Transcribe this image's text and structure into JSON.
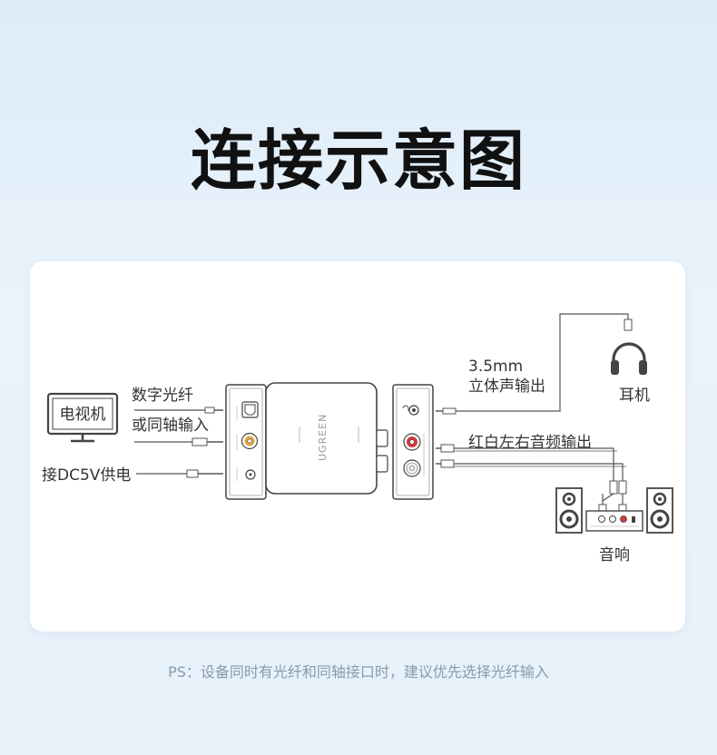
{
  "title": "连接示意图",
  "diagram": {
    "tv_label": "电视机",
    "input_label_line1": "数字光纤",
    "input_label_line2": "或同轴输入",
    "power_label": "接DC5V供电",
    "device_brand": "UGREEN",
    "headphone_output_line1": "3.5mm",
    "headphone_output_line2": "立体声输出",
    "headphone_label": "耳机",
    "rca_output_label": "红白左右音频输出",
    "speaker_label": "音响"
  },
  "footnote": "PS：设备同时有光纤和同轴接口时，建议优先选择光纤输入",
  "colors": {
    "line": "#555555",
    "device_outline": "#444444",
    "accent_red": "#d23a3a",
    "accent_gold": "#e0a640"
  }
}
